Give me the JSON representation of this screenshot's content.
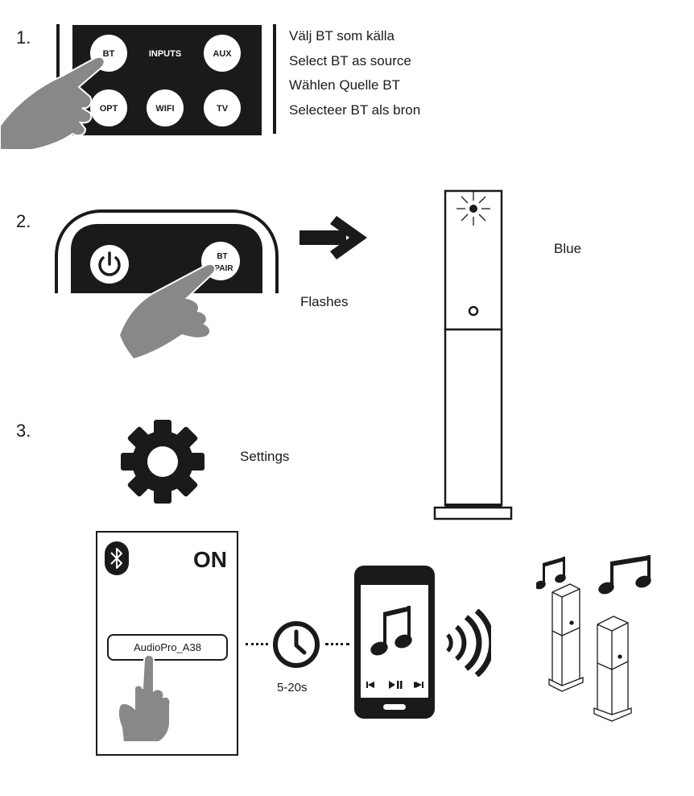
{
  "steps": {
    "s1": "1.",
    "s2": "2.",
    "s3": "3."
  },
  "step1": {
    "remote_buttons": [
      "BT",
      "INPUTS",
      "AUX",
      "OPT",
      "WIFI",
      "TV"
    ],
    "instructions": [
      "Välj BT som källa",
      "Select BT as source",
      "Wählen Quelle BT",
      "Selecteer BT als bron"
    ]
  },
  "step2": {
    "bt_pair_label_line1": "BT",
    "bt_pair_label_line2": "PAIR",
    "flashes": "Flashes",
    "blue": "Blue",
    "led_color": "#1a1a1a"
  },
  "step3": {
    "settings": "Settings",
    "bluetooth_state": "ON",
    "device_name": "AudioPro_A38",
    "wait_time": "5-20s"
  },
  "icons": [
    "hand-pointer-icon",
    "power-icon",
    "arrow-right-icon",
    "gear-icon",
    "bluetooth-icon",
    "clock-icon",
    "phone-icon",
    "music-note-icon",
    "wireless-waves-icon",
    "speaker-icon"
  ],
  "colors": {
    "ink": "#1a1a1a",
    "hand": "#888888",
    "paper": "#ffffff"
  }
}
